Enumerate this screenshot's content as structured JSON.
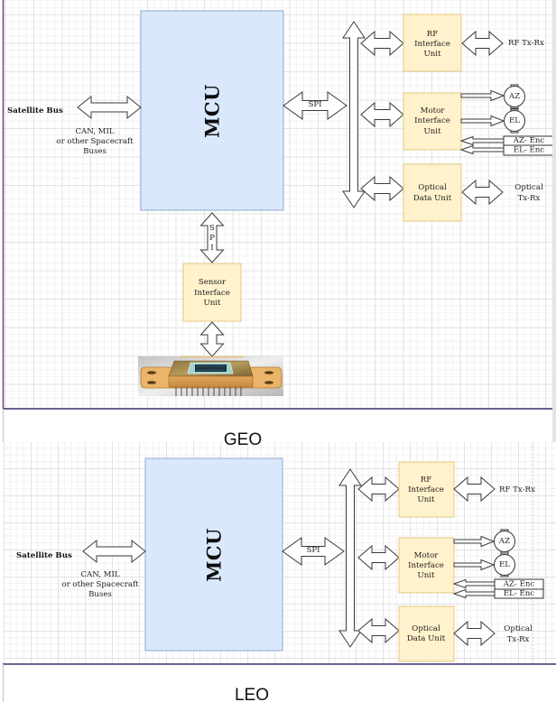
{
  "colors": {
    "mcu_fill": "#dae8fc",
    "mcu_stroke": "#8fa9d3",
    "unit_fill": "#fff2cc",
    "unit_stroke": "#e3c983",
    "panel_border": "#3a2d6b",
    "panel_left_border": "#7a3a78",
    "scrollbar": "#e4e4e4"
  },
  "geo": {
    "caption": "GEO",
    "mcu": "MCU",
    "satellite_bus": "Satellite Bus",
    "bus_note": [
      "CAN, MIL",
      "or other Spacecraft",
      "Buses"
    ],
    "spi": "SPI",
    "rf_unit": [
      "RF",
      "Interface",
      "Unit"
    ],
    "motor_unit": [
      "Motor",
      "Interface",
      "Unit"
    ],
    "optical_unit": [
      "Optical",
      "Data Unit"
    ],
    "rf_io": "RF Tx-Rx",
    "optical_io": [
      "Optical",
      "Tx-Rx"
    ],
    "motors": [
      "AZ",
      "EL"
    ],
    "encoders": [
      "AZ- Enc",
      "EL- Enc"
    ],
    "sensor_link": [
      "S",
      "P",
      "I"
    ],
    "sensor_unit": [
      "Sensor",
      "Interface",
      "Unit"
    ],
    "sensor_image": "image-sensor-chip"
  },
  "leo": {
    "caption": "LEO",
    "mcu": "MCU",
    "satellite_bus": "Satellite Bus",
    "bus_note": [
      "CAN, MIL",
      "or other Spacecraft",
      "Buses"
    ],
    "spi": "SPI",
    "rf_unit": [
      "RF",
      "Interface",
      "Unit"
    ],
    "motor_unit": [
      "Motor",
      "Interface",
      "Unit"
    ],
    "optical_unit": [
      "Optical",
      "Data Unit"
    ],
    "rf_io": "RF Tx-Rx",
    "optical_io": [
      "Optical",
      "Tx-Rx"
    ],
    "motors": [
      "AZ",
      "EL"
    ],
    "encoders": [
      "AZ- Enc",
      "EL- Enc"
    ]
  }
}
